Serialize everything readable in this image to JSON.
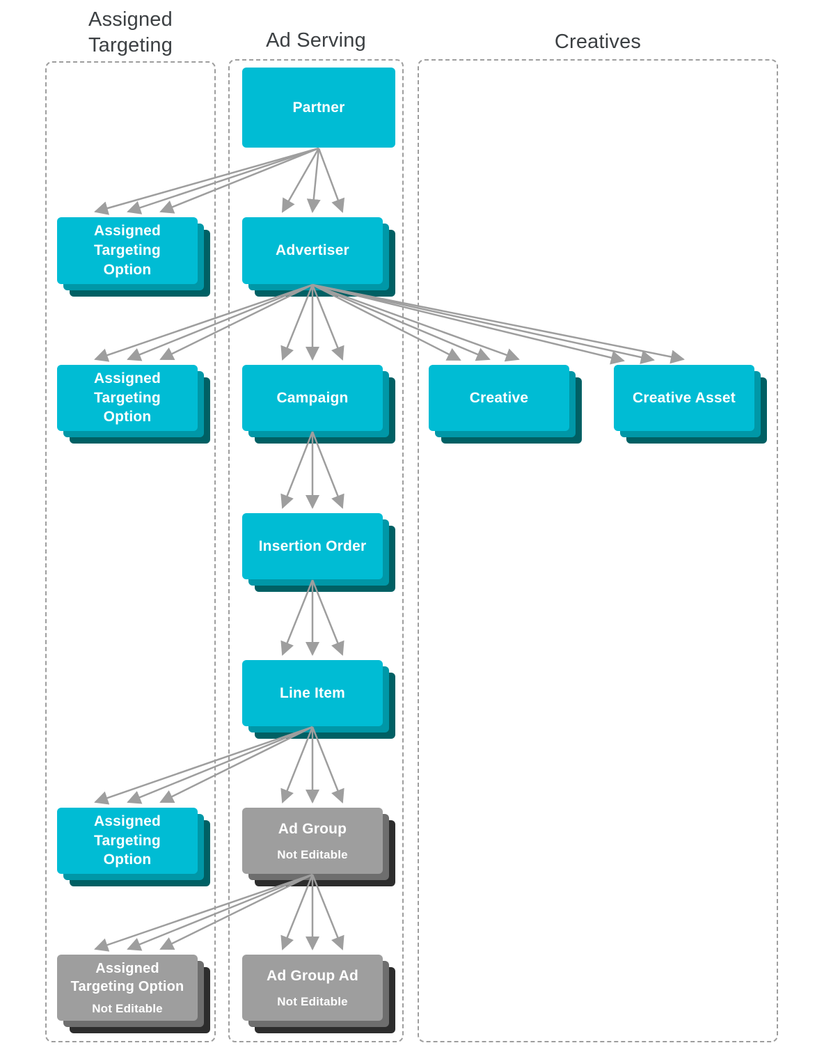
{
  "columns": [
    {
      "id": "assigned-targeting",
      "label": "Assigned\nTargeting"
    },
    {
      "id": "ad-serving",
      "label": "Ad Serving"
    },
    {
      "id": "creatives",
      "label": "Creatives"
    }
  ],
  "nodes": {
    "partner": {
      "label": "Partner",
      "column": "ad-serving",
      "editable": true
    },
    "ato_partner": {
      "label": "Assigned\nTargeting\nOption",
      "column": "assigned-targeting",
      "editable": true
    },
    "advertiser": {
      "label": "Advertiser",
      "column": "ad-serving",
      "editable": true
    },
    "ato_advertiser": {
      "label": "Assigned\nTargeting\nOption",
      "column": "assigned-targeting",
      "editable": true
    },
    "campaign": {
      "label": "Campaign",
      "column": "ad-serving",
      "editable": true
    },
    "creative": {
      "label": "Creative",
      "column": "creatives",
      "editable": true
    },
    "creative_asset": {
      "label": "Creative Asset",
      "column": "creatives",
      "editable": true
    },
    "insertion_order": {
      "label": "Insertion Order",
      "column": "ad-serving",
      "editable": true
    },
    "line_item": {
      "label": "Line Item",
      "column": "ad-serving",
      "editable": true
    },
    "ato_line_item": {
      "label": "Assigned\nTargeting\nOption",
      "column": "assigned-targeting",
      "editable": true
    },
    "ad_group": {
      "label": "Ad Group",
      "sublabel": "Not Editable",
      "column": "ad-serving",
      "editable": false
    },
    "ato_ad_group": {
      "label": "Assigned\nTargeting Option",
      "sublabel": "Not Editable",
      "column": "assigned-targeting",
      "editable": false
    },
    "ad_group_ad": {
      "label": "Ad Group Ad",
      "sublabel": "Not Editable",
      "column": "ad-serving",
      "editable": false
    }
  },
  "edges": [
    {
      "from": "partner",
      "to": "ato_partner"
    },
    {
      "from": "partner",
      "to": "advertiser"
    },
    {
      "from": "advertiser",
      "to": "ato_advertiser"
    },
    {
      "from": "advertiser",
      "to": "campaign"
    },
    {
      "from": "advertiser",
      "to": "creative"
    },
    {
      "from": "advertiser",
      "to": "creative_asset"
    },
    {
      "from": "campaign",
      "to": "insertion_order"
    },
    {
      "from": "insertion_order",
      "to": "line_item"
    },
    {
      "from": "line_item",
      "to": "ato_line_item"
    },
    {
      "from": "line_item",
      "to": "ad_group"
    },
    {
      "from": "ad_group",
      "to": "ato_ad_group"
    },
    {
      "from": "ad_group",
      "to": "ad_group_ad"
    }
  ],
  "colors": {
    "entity_fill": "#00BCD4",
    "entity_stack_mid": "#0097A7",
    "entity_stack_back": "#006064",
    "readonly_fill": "#9E9E9E",
    "readonly_stack_mid": "#6E6E6E",
    "readonly_stack_back": "#2D2D2D",
    "arrow": "#9E9E9E",
    "column_border": "#9E9E9E",
    "header_text": "#3C4043",
    "node_text": "#FFFFFF"
  }
}
